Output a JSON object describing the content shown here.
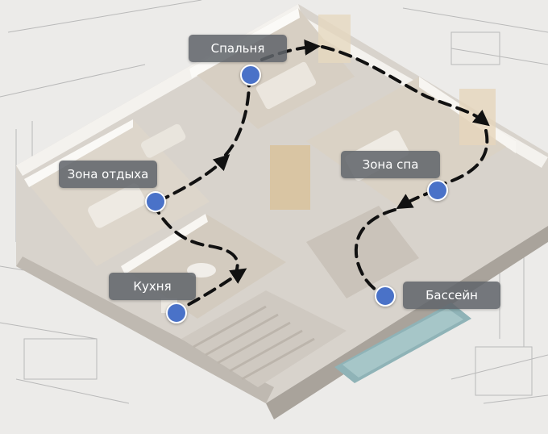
{
  "zones": {
    "bedroom": {
      "label": "Спальня"
    },
    "lounge": {
      "label": "Зона отдыха"
    },
    "spa": {
      "label": "Зона спа"
    },
    "kitchen": {
      "label": "Кухня"
    },
    "pool": {
      "label": "Бассейн"
    }
  },
  "colors": {
    "marker": "#4a72c8",
    "label_bg": "#60646a",
    "route": "#111111",
    "pool_water": "#8fb3b7"
  },
  "icons": [
    "location-marker-icon",
    "route-arrow-icon"
  ]
}
